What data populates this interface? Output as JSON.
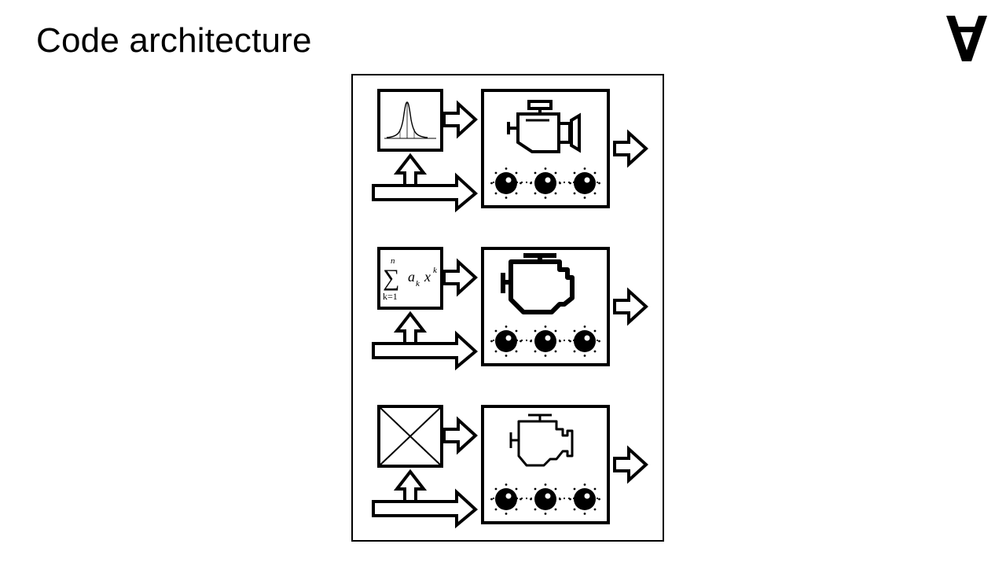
{
  "slide": {
    "title": "Code architecture",
    "logo": {
      "icon": "turned-a-logo-icon"
    }
  },
  "diagram": {
    "rows": [
      {
        "input_block": {
          "kind": "gaussian-distribution-plot",
          "icon": "gaussian-plot-icon"
        },
        "engine_icon": "engine-icon",
        "knob_count": 3
      },
      {
        "input_block": {
          "kind": "polynomial-formula",
          "icon": "polynomial-formula-icon",
          "formula": {
            "sum_symbol": "∑",
            "upper_limit": "n",
            "lower_limit": "k=1",
            "coefficient": "a",
            "coefficient_subscript": "k",
            "variable": "x",
            "variable_superscript": "k"
          }
        },
        "engine_icon": "engine-icon",
        "knob_count": 3
      },
      {
        "input_block": {
          "kind": "black-box",
          "icon": "crossed-box-icon"
        },
        "engine_icon": "engine-icon",
        "knob_count": 3
      }
    ]
  }
}
